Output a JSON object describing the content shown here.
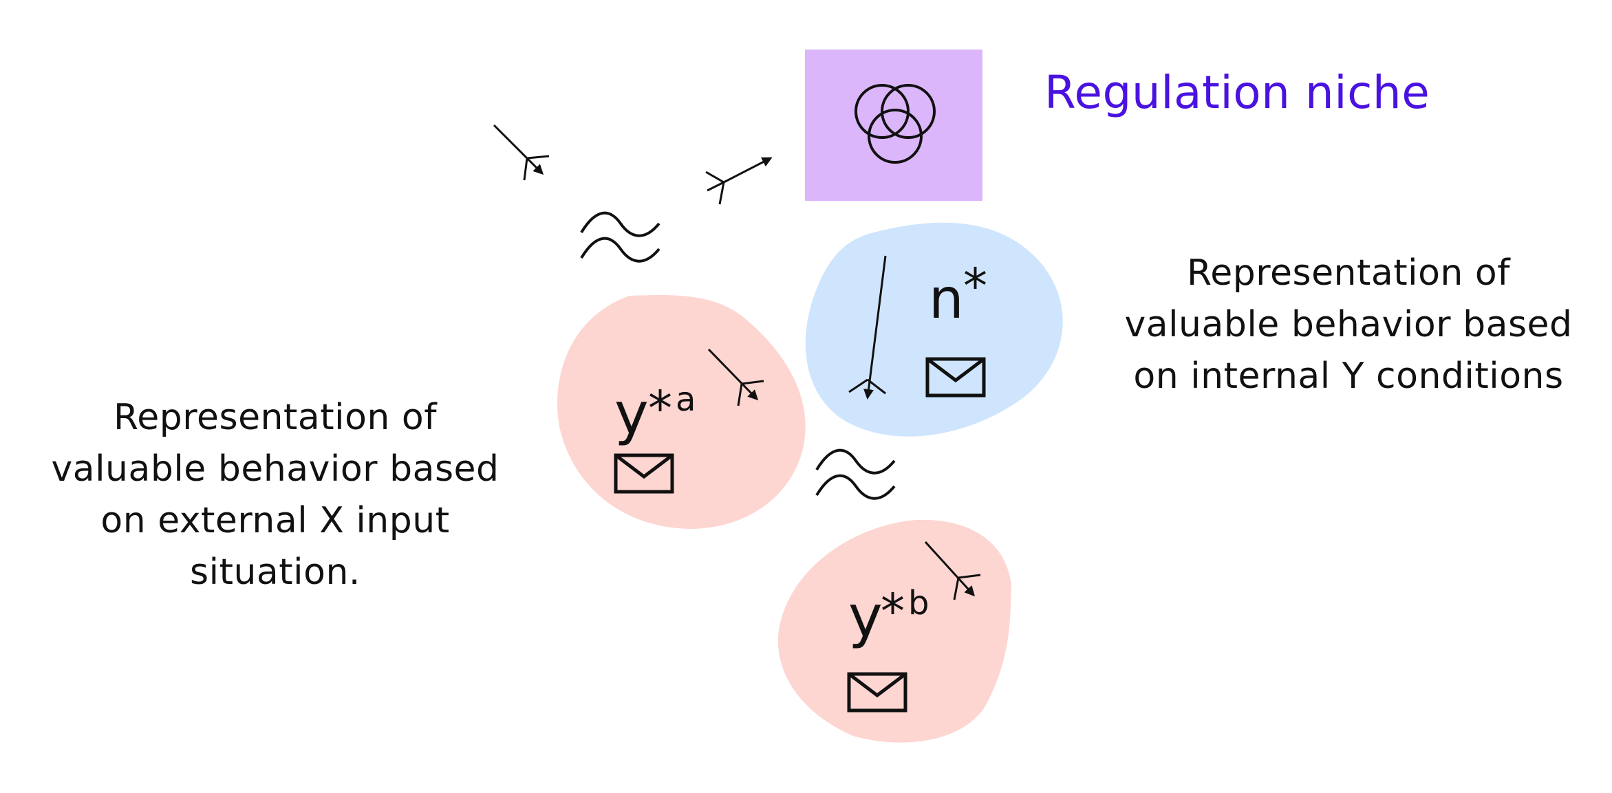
{
  "title": "Regulation niche",
  "colors": {
    "title": "#4a12e0",
    "niche_box": "#dcb6fb",
    "pink_blob": "#fdd5d1",
    "blue_blob": "#cfe5fd",
    "ink": "#111111"
  },
  "nodes": {
    "n": {
      "symbol": "n",
      "mark": "*",
      "sup": "",
      "icons": [
        "arrow-icon",
        "envelope-icon"
      ]
    },
    "ya": {
      "symbol": "y",
      "mark": "*",
      "sup": "a",
      "icons": [
        "arrow-icon",
        "envelope-icon"
      ]
    },
    "yb": {
      "symbol": "y",
      "mark": "*",
      "sup": "b",
      "icons": [
        "arrow-icon",
        "envelope-icon"
      ]
    },
    "niche": {
      "icon": "venn-three-circles-icon"
    }
  },
  "captions": {
    "left": [
      "Representation of",
      "valuable behavior based",
      "on external X input",
      "situation."
    ],
    "right": [
      "Representation of",
      "valuable behavior based",
      "on internal Y conditions"
    ]
  },
  "icons": {
    "approx": "approx-wave-icon",
    "free_arrows": [
      "arrow-icon",
      "arrow-icon"
    ]
  }
}
